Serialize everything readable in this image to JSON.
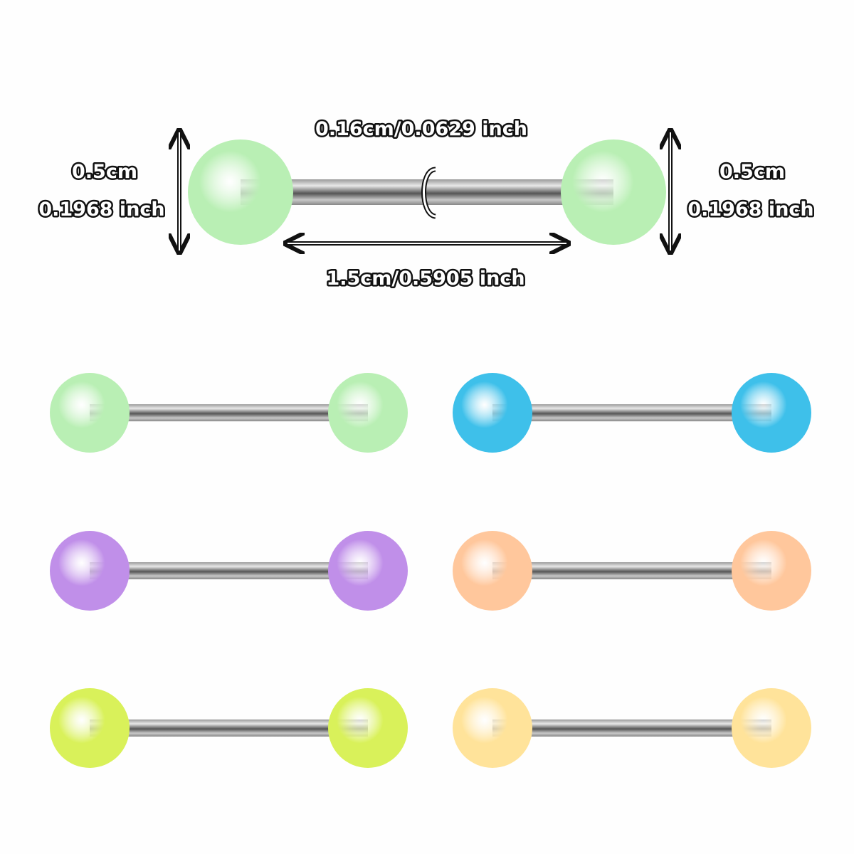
{
  "dimensions": {
    "bar_thickness": "0.16cm/0.0629 inch",
    "bar_length": "1.5cm/0.5905 inch",
    "left_ball_cm": "0.5cm",
    "left_ball_inch": "0.1968 inch",
    "right_ball_cm": "0.5cm",
    "right_ball_inch": "0.1968 inch"
  },
  "variants": [
    {
      "name": "green",
      "color": "#b9efb4"
    },
    {
      "name": "blue",
      "color": "#3ec0ea"
    },
    {
      "name": "purple",
      "color": "#c08fe9"
    },
    {
      "name": "peach",
      "color": "#ffc79c"
    },
    {
      "name": "lime",
      "color": "#d9f15a"
    },
    {
      "name": "yellow",
      "color": "#ffe39a"
    }
  ]
}
